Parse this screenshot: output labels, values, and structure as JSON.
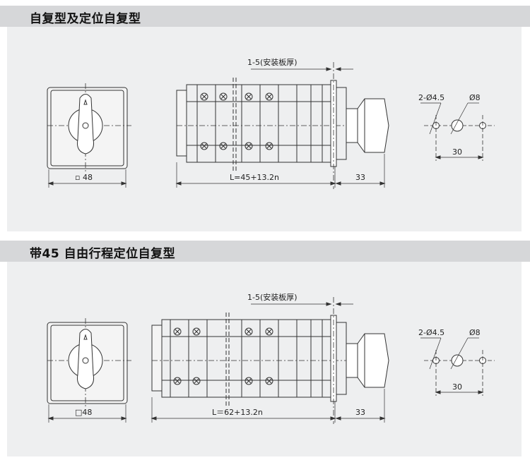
{
  "sections": [
    {
      "title": "自复型及定位自复型",
      "labels": {
        "panel_size": "▫ 48",
        "length_formula": "L=45+13.2n",
        "mount_thickness": "1-5(安装板厚)",
        "knob_depth": "33",
        "hole_small": "2-Ø4.5",
        "hole_big": "Ø8",
        "hole_spacing": "30"
      }
    },
    {
      "title": "带45    自由行程定位自复型",
      "labels": {
        "panel_size": "□48",
        "length_formula": "L＝62+13.2n",
        "mount_thickness": "1-5(安装板厚)",
        "knob_depth": "33",
        "hole_small": "2-Ø4.5",
        "hole_big": "Ø8",
        "hole_spacing": "30"
      }
    }
  ]
}
